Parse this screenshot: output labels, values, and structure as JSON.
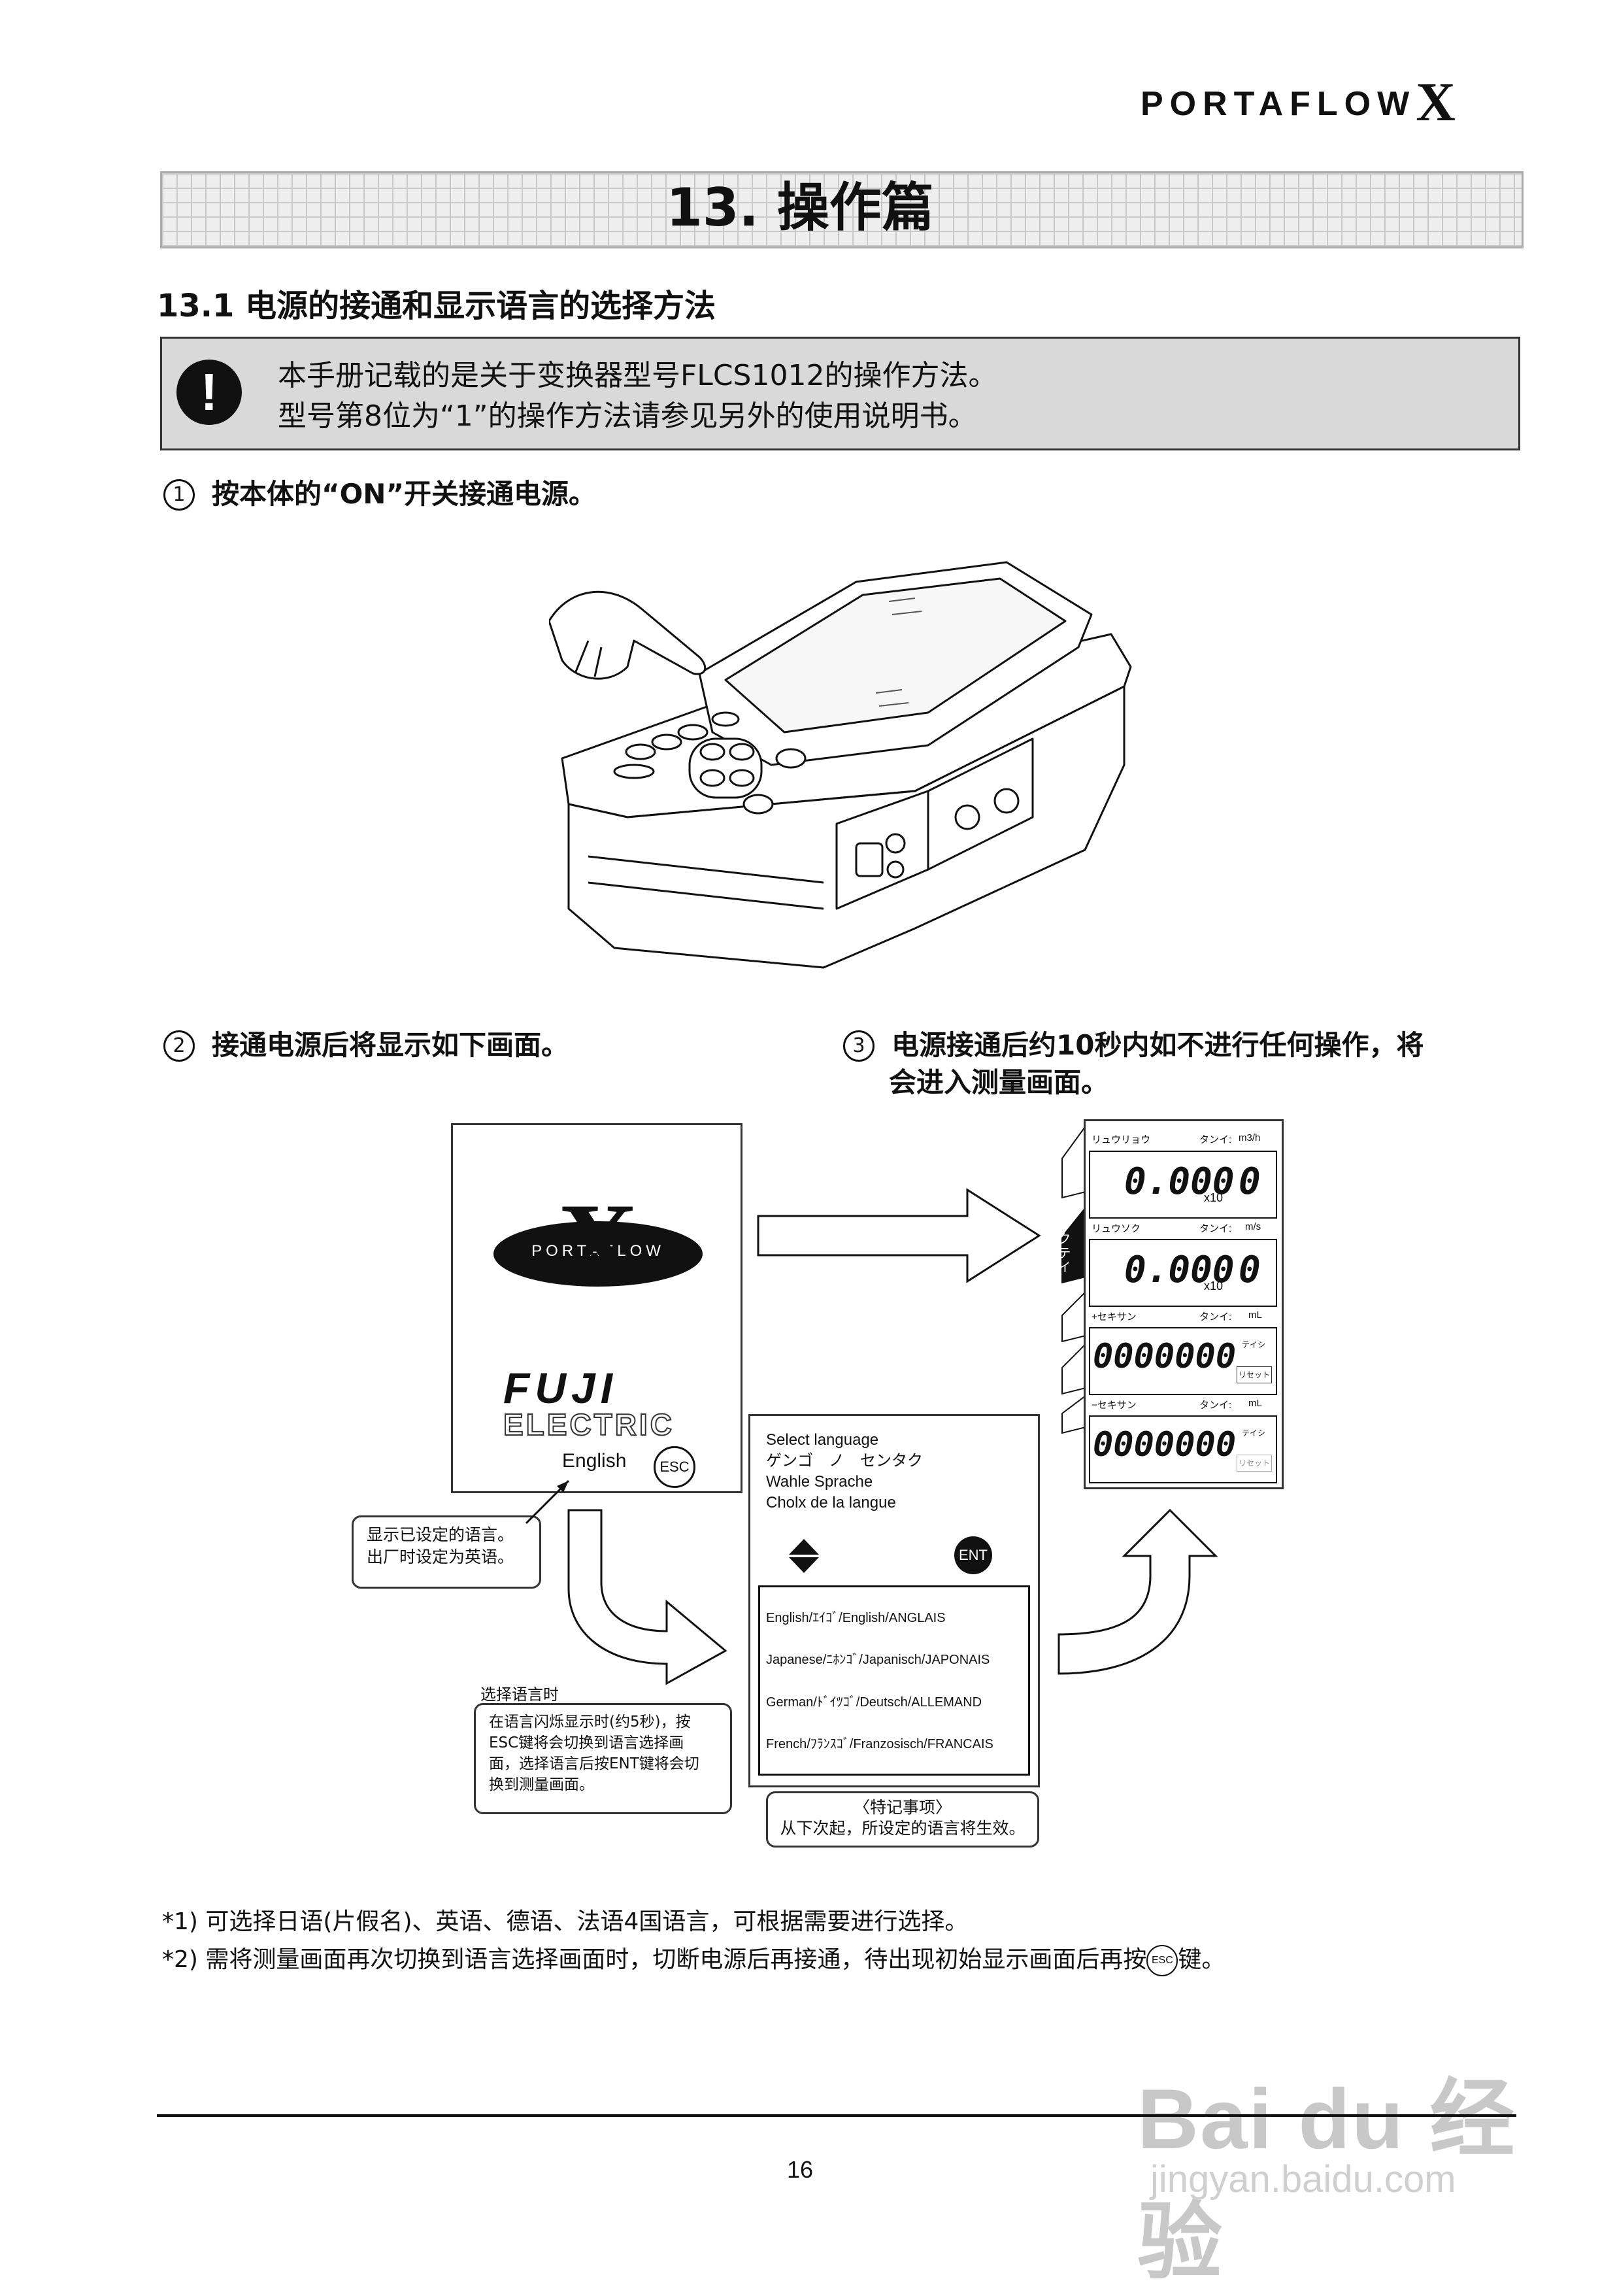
{
  "header": {
    "logo_text": "PORTAFLOW",
    "logo_x": "X"
  },
  "chapter": {
    "title": "13. 操作篇"
  },
  "section": {
    "title": "13.1  电源的接通和显示语言的选择方法"
  },
  "note": {
    "icon": "exclamation-icon",
    "line1": "本手册记载的是关于变换器型号FLCS1012的操作方法。",
    "line2": "型号第8位为“1”的操作方法请参见另外的使用说明书。"
  },
  "steps": {
    "s1_num": "1",
    "s1": "按本体的“ON”开关接通电源。",
    "s2_num": "2",
    "s2": "接通电源后将显示如下画面。",
    "s3_num": "3",
    "s3_line1": "电源接通后约10秒内如不进行任何操作，将",
    "s3_line2": "会进入测量画面。"
  },
  "splash": {
    "logo_x": "X",
    "logo_text": "PORTAFLOW",
    "fuji": "FUJI",
    "electric": "ELECTRIC",
    "language": "English",
    "esc": "ESC"
  },
  "callout_lang": {
    "line1": "显示已设定的语言。",
    "line2": "出厂时设定为英语。"
  },
  "callout_select": {
    "title": "选择语言时",
    "line1": "在语言闪烁显示时(约5秒)，按",
    "line2": "ESC键将会切换到语言选择画",
    "line3": "面，选择语言后按ENT键将会切",
    "line4": "换到测量画面。"
  },
  "lang_screen": {
    "prompt1": "Select language",
    "prompt2": "ゲンゴ　ノ　センタク",
    "prompt3": "Wahle Sprache",
    "prompt4": "Cholx de la langue",
    "ent": "ENT",
    "options": [
      "English/ｴｲｺﾞ/English/ANGLAIS",
      "Japanese/ﾆﾎﾝｺﾞ/Japanisch/JAPONAIS",
      "German/ﾄﾞｲﾂｺﾞ/Deutsch/ALLEMAND",
      "French/ﾌﾗﾝｽｺﾞ/Franzosisch/FRANCAIS"
    ]
  },
  "notice": {
    "title": "〈特记事项〉",
    "text": "从下次起，所设定的语言将生效。"
  },
  "measure": {
    "side_tab": "ソクテイ",
    "rows": [
      {
        "label": "リュウリョウ",
        "unit_label": "タンイ:",
        "unit": "m3/h",
        "value": "0.000",
        "exp": "x10",
        "exp_val": "0"
      },
      {
        "label": "リュウソク",
        "unit_label": "タンイ:",
        "unit": "m/s",
        "value": "0.000",
        "exp": "x10",
        "exp_val": "0"
      },
      {
        "label": "+セキサン",
        "unit_label": "タンイ:",
        "unit": "mL",
        "value": "0000000",
        "tag1": "テイシ",
        "tag2": "リセット"
      },
      {
        "label": "−セキサン",
        "unit_label": "タンイ:",
        "unit": "mL",
        "value": "0000000",
        "tag1": "テイシ",
        "tag2": "リセット"
      }
    ]
  },
  "footnotes": {
    "f1": "*1) 可选择日语(片假名)、英语、德语、法语4国语言，可根据需要进行选择。",
    "f2_pre": "*2) 需将测量画面再次切换到语言选择画面时，切断电源后再接通，待出现初始显示画面后再按",
    "f2_key": "ESC",
    "f2_post": "键。"
  },
  "page_number": "16",
  "watermark": {
    "brand": "Bai du 经验",
    "url": "jingyan.baidu.com"
  }
}
